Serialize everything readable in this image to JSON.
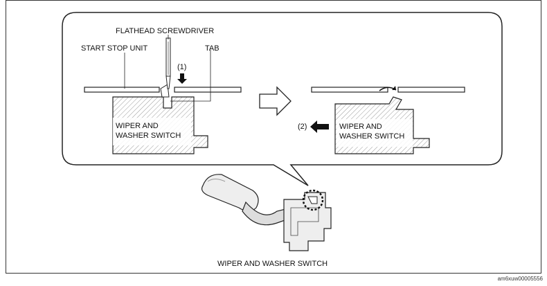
{
  "labels": {
    "screwdriver": "FLATHEAD SCREWDRIVER",
    "start_stop_unit": "START STOP UNIT",
    "tab": "TAB",
    "step1": "(1)",
    "step2": "(2)",
    "switch_left_line1": "WIPER AND",
    "switch_left_line2": "WASHER SWITCH",
    "switch_right_line1": "WIPER AND",
    "switch_right_line2": "WASHER SWITCH",
    "caption": "WIPER AND WASHER SWITCH",
    "figure_code": "am6xuw00005556"
  }
}
